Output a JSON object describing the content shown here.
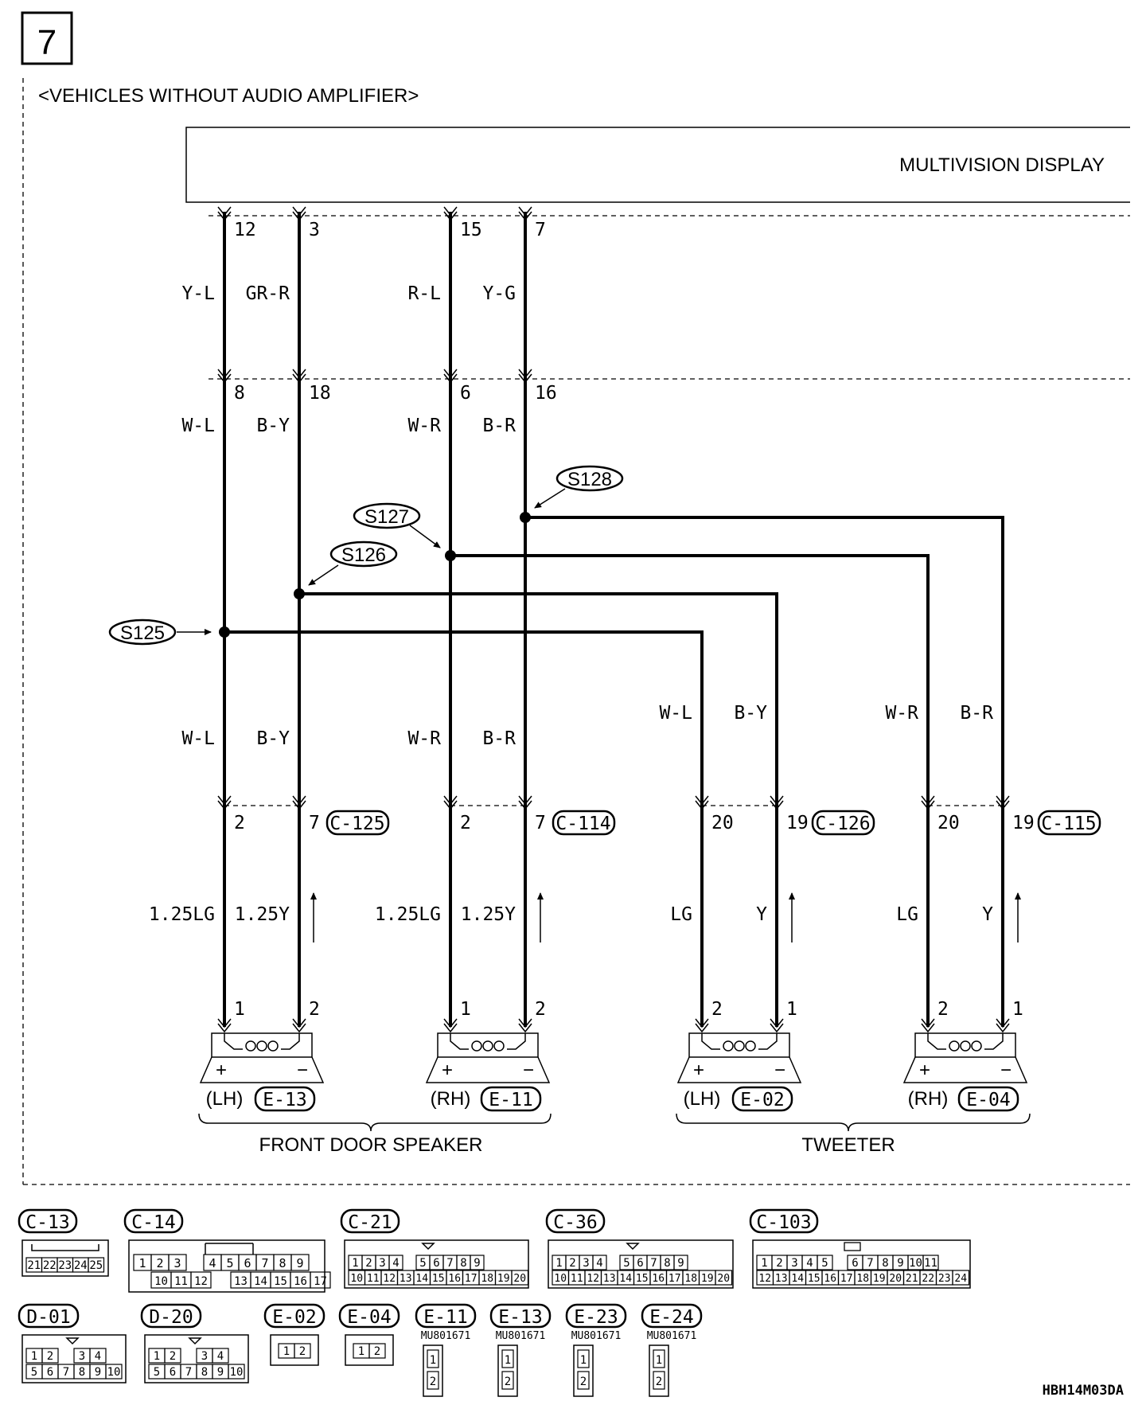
{
  "page_number": "7",
  "variant_title": "<VEHICLES WITHOUT AUDIO AMPLIFIER>",
  "component_title": "MULTIVISION DISPLAY",
  "ecu_pins": [
    "12",
    "3",
    "15",
    "7"
  ],
  "top_wire_colors": [
    "Y-L",
    "GR-R",
    "R-L",
    "Y-G"
  ],
  "mid_pins": [
    "8",
    "18",
    "6",
    "16"
  ],
  "mid_wire_colors": [
    "W-L",
    "B-Y",
    "W-R",
    "B-R"
  ],
  "splices": [
    "S125",
    "S126",
    "S127",
    "S128"
  ],
  "lower_wire_colors_speaker": [
    "W-L",
    "B-Y",
    "W-R",
    "B-R"
  ],
  "lower_wire_colors_tweeter": [
    "W-L",
    "B-Y",
    "W-R",
    "B-R"
  ],
  "join_pins": [
    "2",
    "7",
    "2",
    "7",
    "20",
    "19",
    "20",
    "19"
  ],
  "join_connectors": [
    "C-125",
    "C-114",
    "C-126",
    "C-115"
  ],
  "bottom_wire_labels": [
    "1.25LG",
    "1.25Y",
    "1.25LG",
    "1.25Y",
    "LG",
    "Y",
    "LG",
    "Y"
  ],
  "device_pins": [
    "1",
    "2",
    "1",
    "2",
    "2",
    "1",
    "2",
    "1"
  ],
  "devices": [
    {
      "side": "(LH)",
      "connector": "E-13"
    },
    {
      "side": "(RH)",
      "connector": "E-11"
    },
    {
      "side": "(LH)",
      "connector": "E-02"
    },
    {
      "side": "(RH)",
      "connector": "E-04"
    }
  ],
  "polarity": {
    "plus": "+",
    "minus": "−"
  },
  "group_labels": {
    "front_door_speaker": "FRONT DOOR SPEAKER",
    "tweeter": "TWEETER"
  },
  "connector_views": {
    "c13": {
      "name": "C-13",
      "pins": [
        "21",
        "22",
        "23",
        "24",
        "25"
      ]
    },
    "c14": {
      "name": "C-14",
      "row1": [
        "1",
        "2",
        "3",
        "4",
        "5",
        "6",
        "7",
        "8",
        "9"
      ],
      "row2": [
        "10",
        "11",
        "12",
        "13",
        "14",
        "15",
        "16",
        "17"
      ]
    },
    "c21": {
      "name": "C-21",
      "row1": [
        "1",
        "2",
        "3",
        "4",
        "5",
        "6",
        "7",
        "8",
        "9"
      ],
      "row2": [
        "10",
        "11",
        "12",
        "13",
        "14",
        "15",
        "16",
        "17",
        "18",
        "19",
        "20"
      ]
    },
    "c36": {
      "name": "C-36",
      "row1": [
        "1",
        "2",
        "3",
        "4",
        "5",
        "6",
        "7",
        "8",
        "9"
      ],
      "row2": [
        "10",
        "11",
        "12",
        "13",
        "14",
        "15",
        "16",
        "17",
        "18",
        "19",
        "20"
      ]
    },
    "c103": {
      "name": "C-103",
      "row1": [
        "1",
        "2",
        "3",
        "4",
        "5",
        "6",
        "7",
        "8",
        "9",
        "10",
        "11"
      ],
      "row2": [
        "12",
        "13",
        "14",
        "15",
        "16",
        "17",
        "18",
        "19",
        "20",
        "21",
        "22",
        "23",
        "24"
      ]
    },
    "d01": {
      "name": "D-01",
      "row1": [
        "1",
        "2",
        "3",
        "4"
      ],
      "row2": [
        "5",
        "6",
        "7",
        "8",
        "9",
        "10"
      ]
    },
    "d20": {
      "name": "D-20",
      "row1": [
        "1",
        "2",
        "3",
        "4"
      ],
      "row2": [
        "5",
        "6",
        "7",
        "8",
        "9",
        "10"
      ]
    },
    "e02": {
      "name": "E-02",
      "pins": [
        "1",
        "2"
      ]
    },
    "e04": {
      "name": "E-04",
      "pins": [
        "1",
        "2"
      ]
    },
    "e11": {
      "name": "E-11",
      "part": "MU801671",
      "pins": [
        "1",
        "2"
      ]
    },
    "e13": {
      "name": "E-13",
      "part": "MU801671",
      "pins": [
        "1",
        "2"
      ]
    },
    "e23": {
      "name": "E-23",
      "part": "MU801671",
      "pins": [
        "1",
        "2"
      ]
    },
    "e24": {
      "name": "E-24",
      "part": "MU801671",
      "pins": [
        "1",
        "2"
      ]
    }
  },
  "figure_code": "HBH14M03DA"
}
